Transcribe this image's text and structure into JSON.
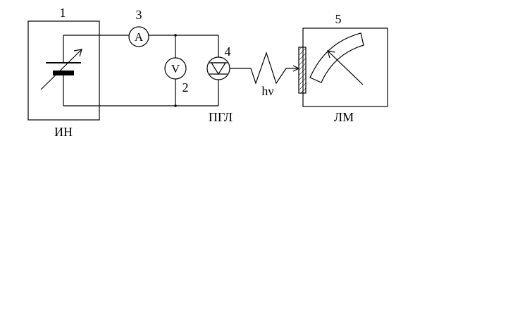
{
  "numbers": {
    "source": "1",
    "voltmeter": "2",
    "ammeter": "3",
    "laser": "4",
    "power_meter": "5"
  },
  "labels": {
    "source": "ИН",
    "laser": "ПГЛ",
    "power_meter": "ЛМ",
    "radiation": "hν"
  },
  "meters": {
    "ammeter_symbol": "A",
    "voltmeter_symbol": "V"
  }
}
